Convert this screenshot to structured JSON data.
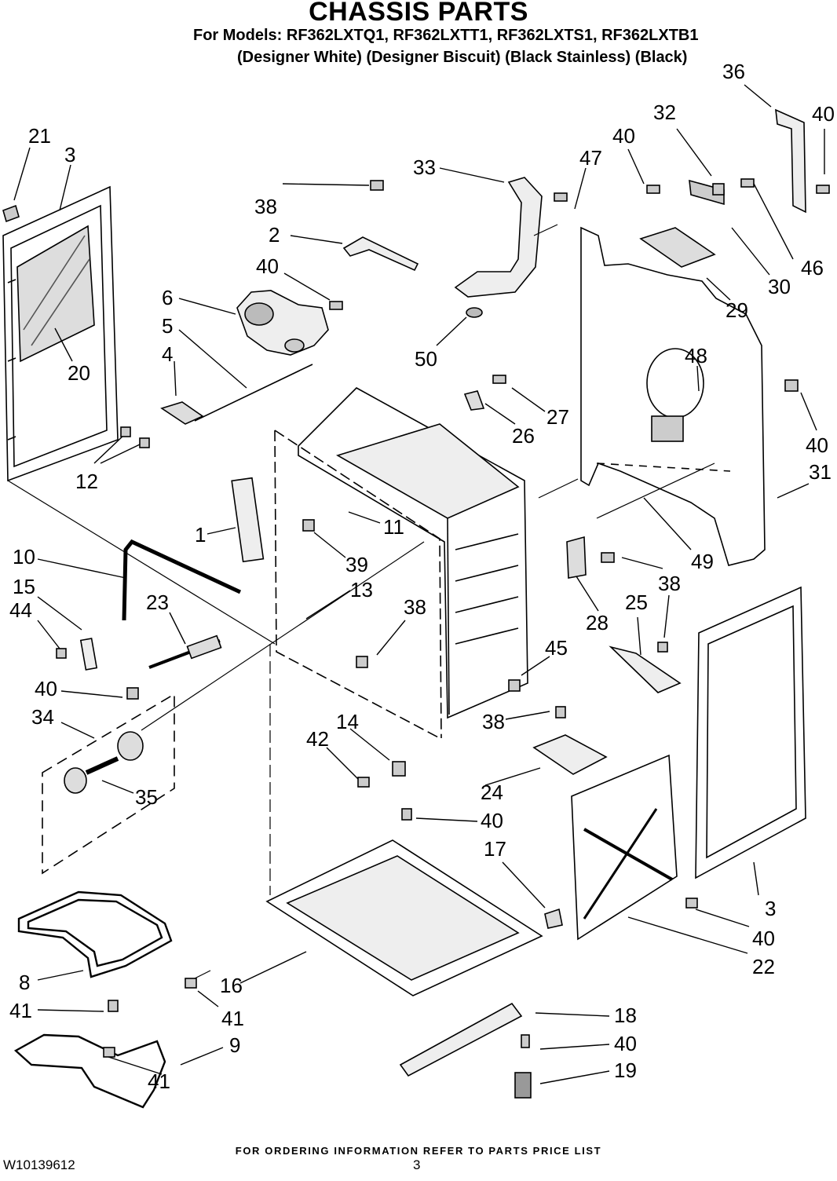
{
  "header": {
    "title": "CHASSIS PARTS",
    "models": "For Models: RF362LXTQ1, RF362LXTT1, RF362LXTS1, RF362LXTB1",
    "finishes": "(Designer White) (Designer Biscuit) (Black Stainless) (Black)"
  },
  "callouts": [
    "21",
    "3",
    "38",
    "2",
    "40",
    "6",
    "5",
    "4",
    "12",
    "20",
    "10",
    "15",
    "44",
    "23",
    "40",
    "34",
    "35",
    "1",
    "11",
    "39",
    "13",
    "38",
    "33",
    "47",
    "50",
    "27",
    "26",
    "40",
    "32",
    "36",
    "40",
    "46",
    "30",
    "29",
    "48",
    "40",
    "31",
    "49",
    "28",
    "38",
    "25",
    "45",
    "38",
    "14",
    "42",
    "24",
    "40",
    "17",
    "3",
    "40",
    "22",
    "8",
    "41",
    "16",
    "41",
    "9",
    "41",
    "18",
    "40",
    "19"
  ],
  "footer": {
    "ordering_note": "FOR ORDERING INFORMATION REFER TO PARTS PRICE LIST",
    "doc_number": "W10139612",
    "page_number": "3"
  }
}
